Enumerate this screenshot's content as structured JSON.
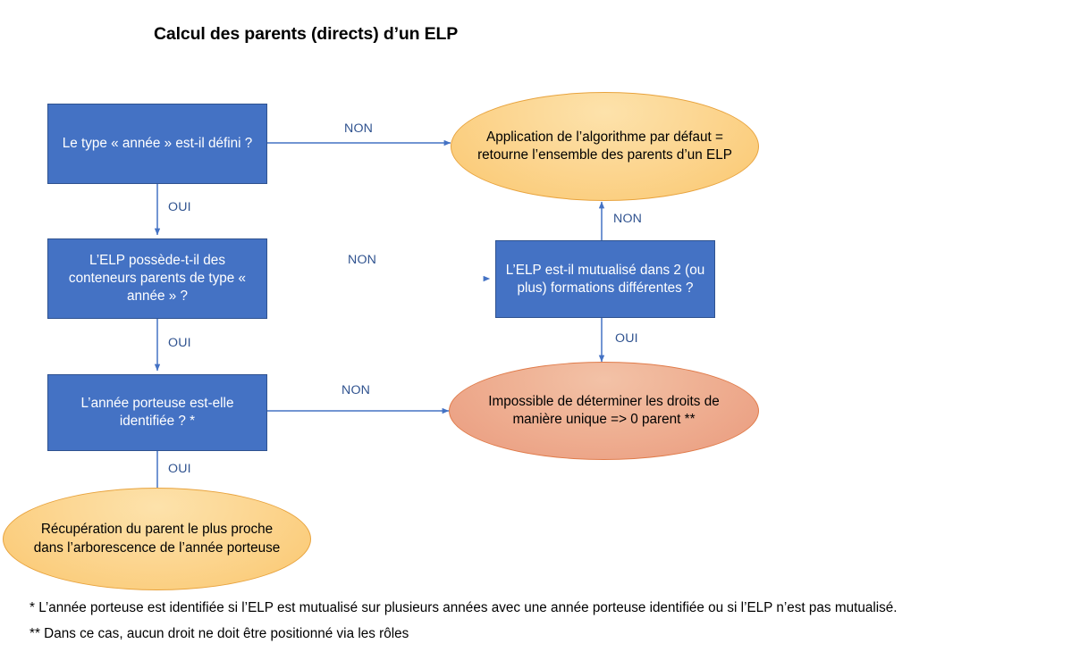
{
  "title": "Calcul des parents (directs) d’un ELP",
  "colors": {
    "box_fill": "#4472C4",
    "box_border": "#2F528F",
    "box_text": "#FFFFFF",
    "ellipse_yellow_fill": "#FBD38C",
    "ellipse_yellow_border": "#E8A33D",
    "ellipse_salmon_fill": "#EDA98C",
    "ellipse_salmon_border": "#E07B4A",
    "connector": "#4472C4",
    "label_text": "#2F528F",
    "page_background": "#FFFFFF"
  },
  "nodes": {
    "decision_type_annee": {
      "shape": "rectangle",
      "text": "Le type « année » est-il défini ?"
    },
    "decision_conteneurs_parents": {
      "shape": "rectangle",
      "text": "L’ELP possède-t-il des conteneurs parents de type « année » ?"
    },
    "decision_annee_porteuse": {
      "shape": "rectangle",
      "text": "L’année porteuse est-elle identifiée ? *"
    },
    "decision_mutualise": {
      "shape": "rectangle",
      "text": "L’ELP est-il mutualisé dans 2 (ou plus) formations différentes ?"
    },
    "terminal_algorithme_defaut": {
      "shape": "ellipse",
      "text": "Application de l’algorithme par défaut = retourne l’ensemble des parents d’un ELP"
    },
    "terminal_impossible": {
      "shape": "ellipse",
      "text": "Impossible de déterminer les droits de manière unique => 0 parent **"
    },
    "terminal_recuperation": {
      "shape": "ellipse",
      "text": "Récupération du parent le plus proche dans l’arborescence de l’année porteuse"
    }
  },
  "edges": [
    {
      "id": "e1",
      "from": "decision_type_annee",
      "to": "terminal_algorithme_defaut",
      "label": "NON",
      "direction": "right"
    },
    {
      "id": "e2",
      "from": "decision_type_annee",
      "to": "decision_conteneurs_parents",
      "label": "OUI",
      "direction": "down"
    },
    {
      "id": "e3",
      "from": "decision_conteneurs_parents",
      "to": "decision_mutualise",
      "label": "NON",
      "direction": "right"
    },
    {
      "id": "e4",
      "from": "decision_conteneurs_parents",
      "to": "decision_annee_porteuse",
      "label": "OUI",
      "direction": "down"
    },
    {
      "id": "e5",
      "from": "decision_mutualise",
      "to": "terminal_algorithme_defaut",
      "label": "NON",
      "direction": "up"
    },
    {
      "id": "e6",
      "from": "decision_mutualise",
      "to": "terminal_impossible",
      "label": "OUI",
      "direction": "down"
    },
    {
      "id": "e7",
      "from": "decision_annee_porteuse",
      "to": "terminal_impossible",
      "label": "NON",
      "direction": "right"
    },
    {
      "id": "e8",
      "from": "decision_annee_porteuse",
      "to": "terminal_recuperation",
      "label": "OUI",
      "direction": "down"
    }
  ],
  "footnotes": {
    "single_star": "* L’année porteuse est identifiée si l’ELP est mutualisé sur plusieurs années avec une année porteuse identifiée ou si l’ELP n’est pas mutualisé.",
    "double_star": "** Dans ce cas, aucun droit ne doit être positionné via les rôles"
  }
}
